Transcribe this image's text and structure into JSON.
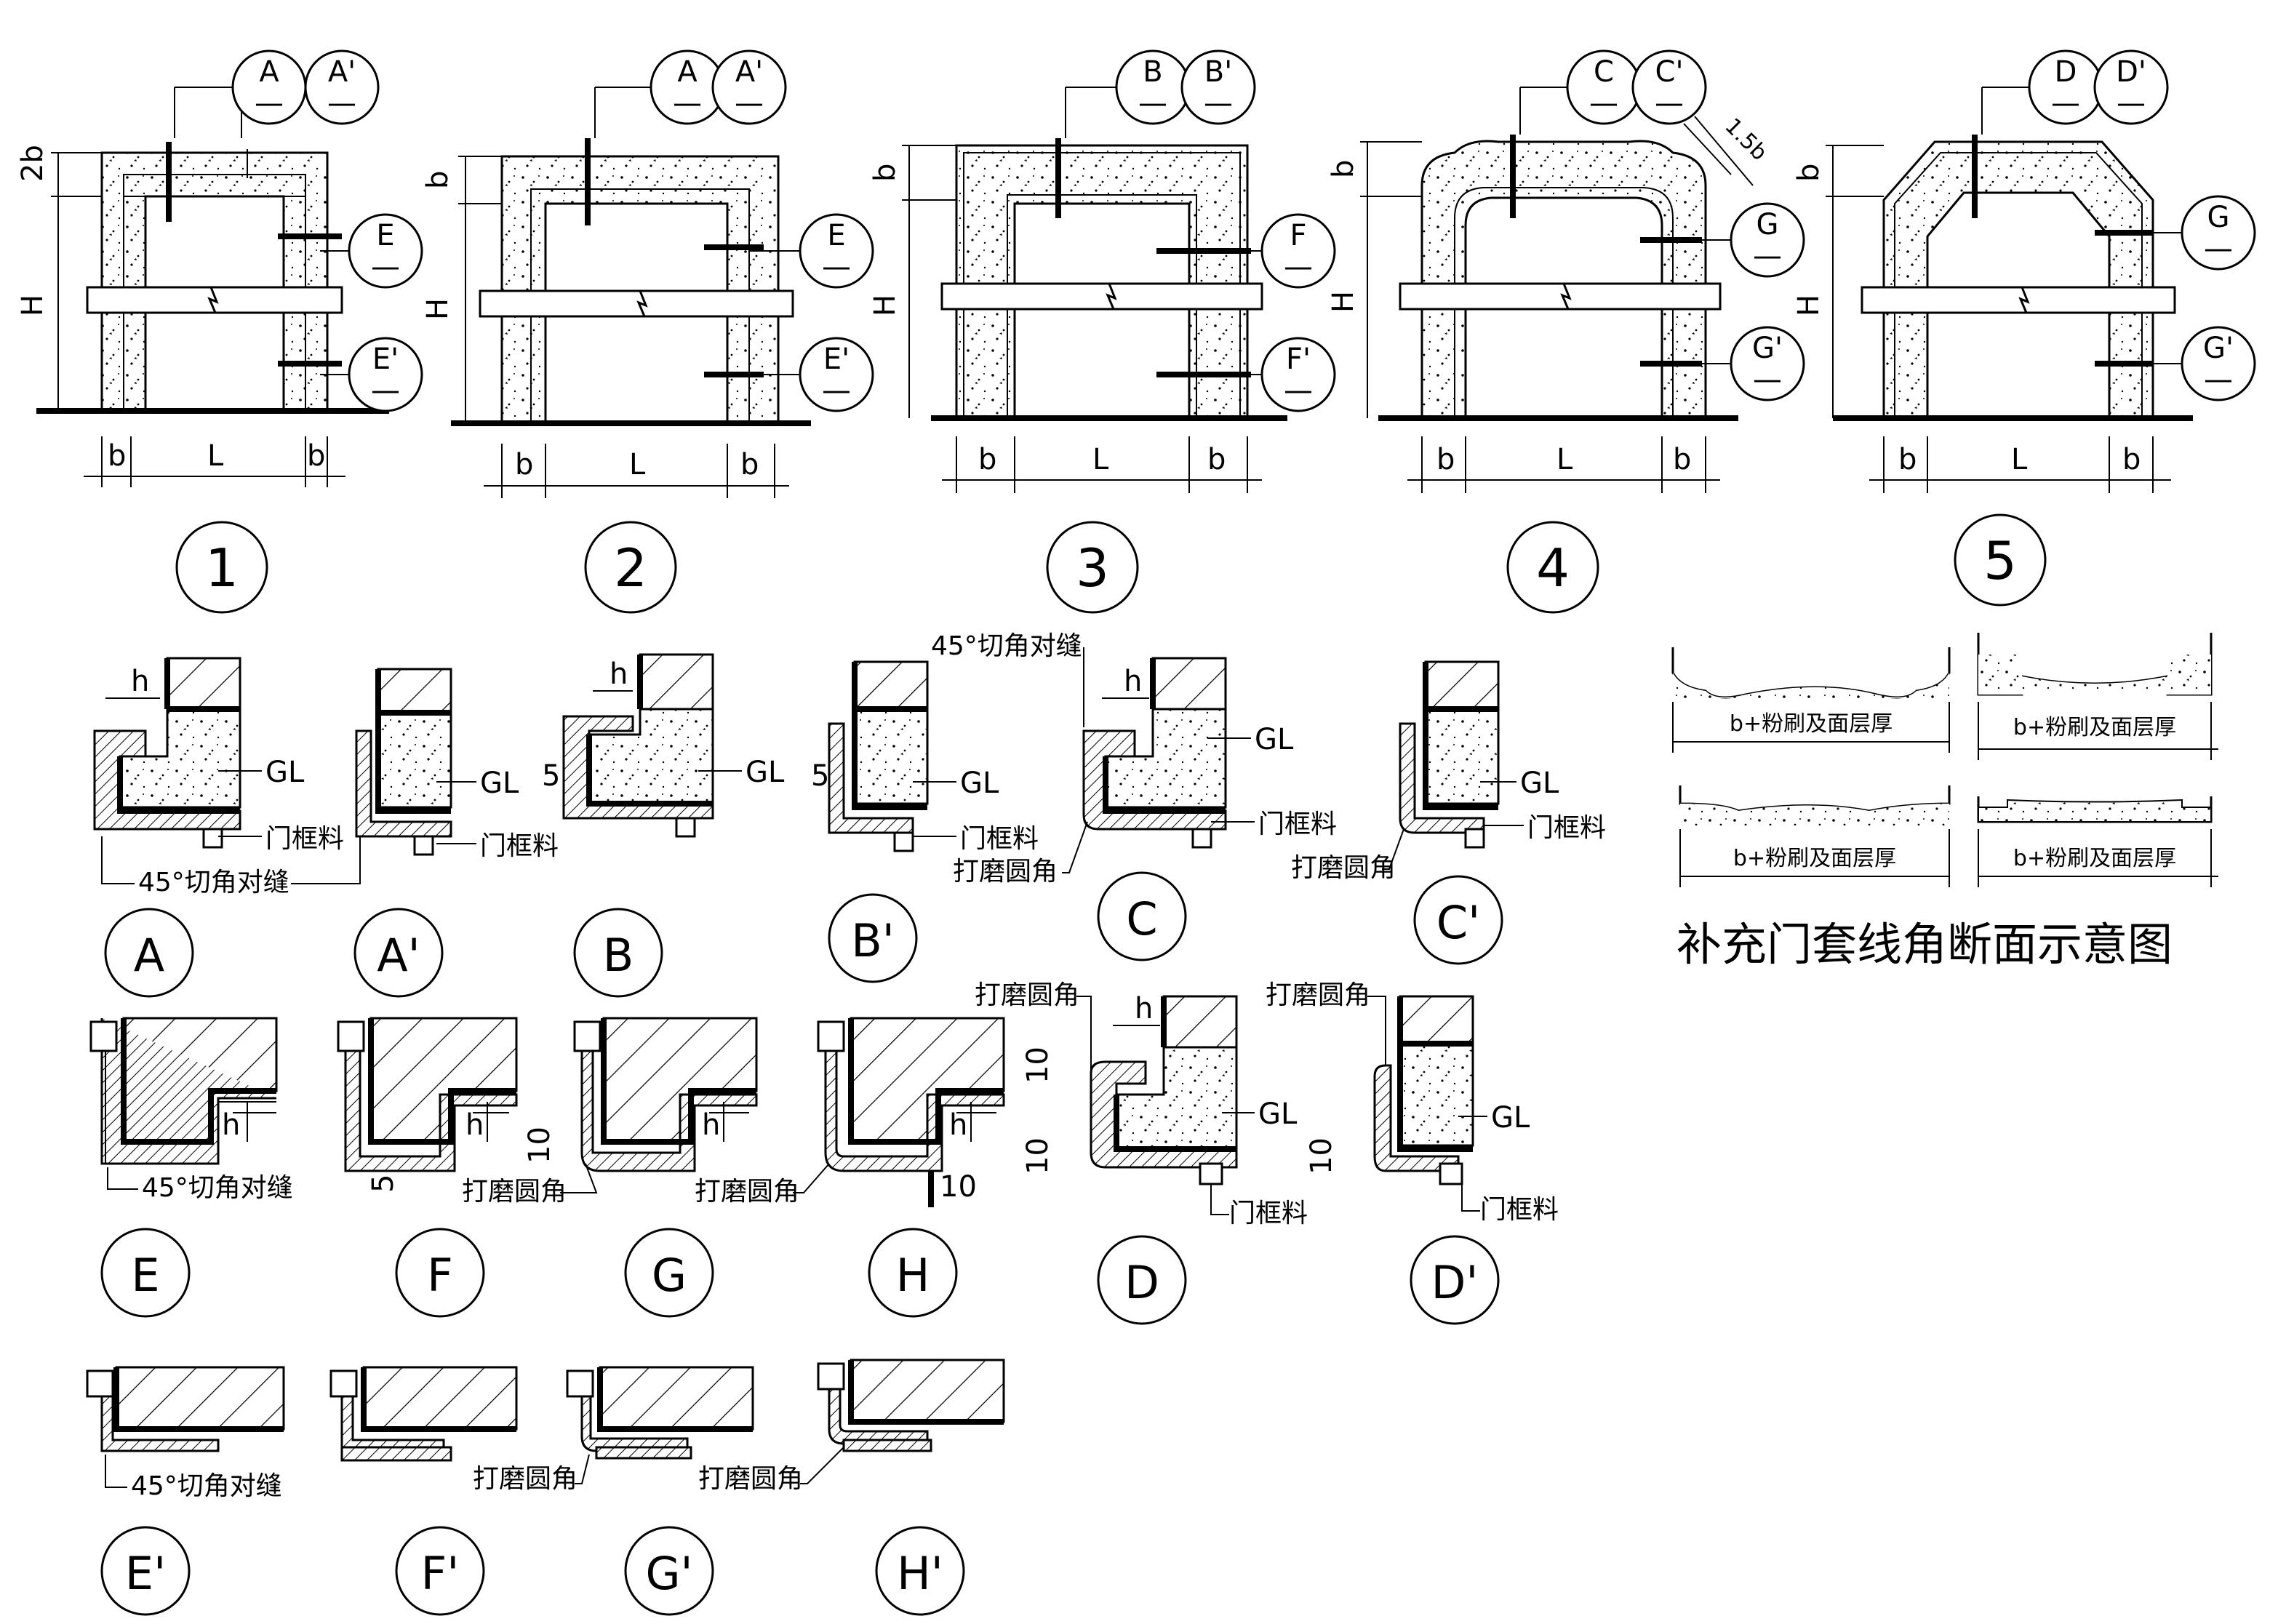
{
  "elevations": [
    {
      "number": "1",
      "top_tags": [
        "A",
        "A'"
      ],
      "side_tags": [
        "E",
        "E'"
      ],
      "dim_height": "2b",
      "dim_h": "H",
      "dims_bottom": [
        "b",
        "L",
        "b"
      ]
    },
    {
      "number": "2",
      "top_tags": [
        "A",
        "A'"
      ],
      "side_tags": [
        "E",
        "E'"
      ],
      "dim_height": "b",
      "dim_h": "H",
      "dims_bottom": [
        "b",
        "L",
        "b"
      ]
    },
    {
      "number": "3",
      "top_tags": [
        "B",
        "B'"
      ],
      "side_tags": [
        "F",
        "F'"
      ],
      "dim_height": "b",
      "dim_h": "H",
      "dims_bottom": [
        "b",
        "L",
        "b"
      ]
    },
    {
      "number": "4",
      "top_tags": [
        "C",
        "C'"
      ],
      "side_tags": [
        "G",
        "G'"
      ],
      "dim_height": "b",
      "dim_h": "H",
      "dims_bottom": [
        "b",
        "L",
        "b"
      ],
      "extra_dim": "1.5b"
    },
    {
      "number": "5",
      "top_tags": [
        "D",
        "D'"
      ],
      "side_tags": [
        "G",
        "G'"
      ],
      "dim_height": "b",
      "dim_h": "H",
      "dims_bottom": [
        "b",
        "L",
        "b"
      ]
    }
  ],
  "tag_dash": "—",
  "sections": {
    "A": "A",
    "A_prime": "A'",
    "B": "B",
    "B_prime": "B'",
    "C": "C",
    "C_prime": "C'",
    "D": "D",
    "D_prime": "D'",
    "E": "E",
    "F": "F",
    "G": "G",
    "H": "H",
    "E_prime": "E'",
    "F_prime": "F'",
    "G_prime": "G'",
    "H_prime": "H'"
  },
  "notes": {
    "gl": "GL",
    "door_frame": "门框料",
    "miter_45": "45°切角对缝",
    "round_corner": "打磨圆角",
    "h": "h",
    "n5": "5",
    "n10": "10"
  },
  "profiles": {
    "caption": "b+粉刷及面层厚",
    "title": "补充门套线角断面示意图"
  }
}
